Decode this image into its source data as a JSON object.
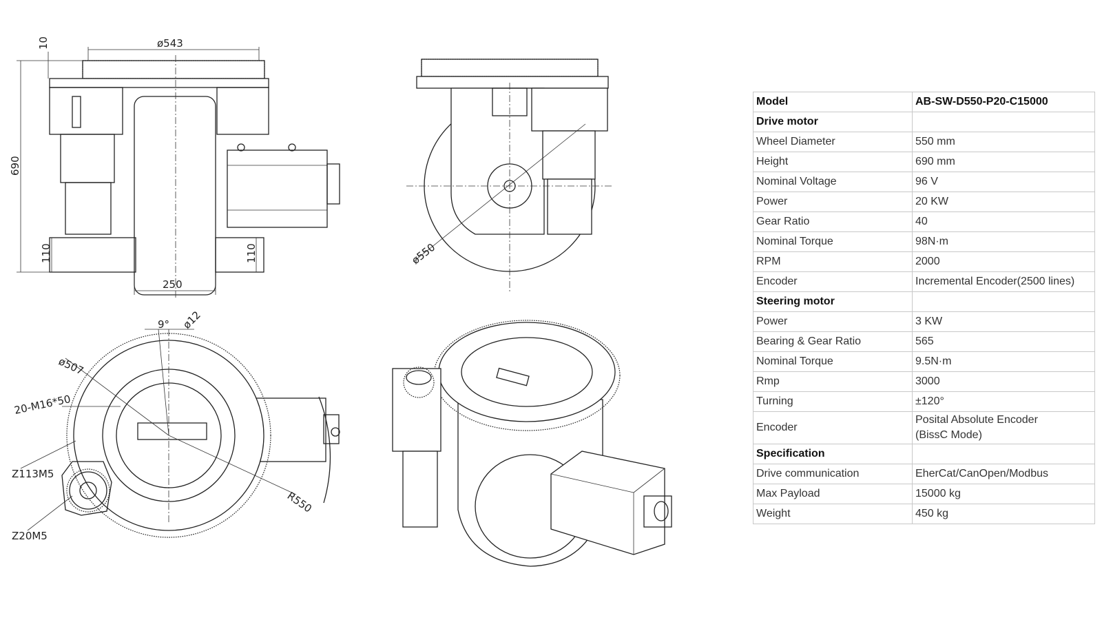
{
  "drawing_labels": {
    "gear_diameter": "ø543",
    "top_offset": "10",
    "height": "690",
    "bottom_left": "110",
    "bottom_right": "110",
    "wheel_width": "250",
    "wheel_diameter": "ø550",
    "angle": "9°",
    "hole_diameter": "ø12",
    "bolt_circle": "ø507",
    "bolts": "20-M16*50",
    "ring_gear": "Z113M5",
    "pinion_gear": "Z20M5",
    "turning_radius": "R550"
  },
  "table": {
    "rows": [
      {
        "label": "Model",
        "value": "AB-SW-D550-P20-C15000",
        "type": "header"
      },
      {
        "label": "Drive motor",
        "value": "",
        "type": "header"
      },
      {
        "label": "Wheel Diameter",
        "value": "550 mm"
      },
      {
        "label": "Height",
        "value": "690 mm"
      },
      {
        "label": "Nominal Voltage",
        "value": "96 V"
      },
      {
        "label": "Power",
        "value": "20 KW"
      },
      {
        "label": "Gear Ratio",
        "value": "40"
      },
      {
        "label": "Nominal Torque",
        "value": "98N·m"
      },
      {
        "label": "RPM",
        "value": "2000"
      },
      {
        "label": "Encoder",
        "value": "Incremental Encoder(2500 lines)"
      },
      {
        "label": "Steering motor",
        "value": "",
        "type": "header"
      },
      {
        "label": "Power",
        "value": "3 KW"
      },
      {
        "label": "Bearing & Gear Ratio",
        "value": "565"
      },
      {
        "label": "Nominal Torque",
        "value": "9.5N·m"
      },
      {
        "label": "Rmp",
        "value": "3000"
      },
      {
        "label": "Turning",
        "value": "±120°"
      },
      {
        "label": "Encoder",
        "value": "Posital Absolute Encoder",
        "value2": "(BissC Mode)",
        "type": "tall"
      },
      {
        "label": "Specification",
        "value": "",
        "type": "header"
      },
      {
        "label": "Drive communication",
        "value": "EherCat/CanOpen/Modbus"
      },
      {
        "label": "Max Payload",
        "value": "15000 kg"
      },
      {
        "label": "Weight",
        "value": "450 kg"
      }
    ]
  }
}
